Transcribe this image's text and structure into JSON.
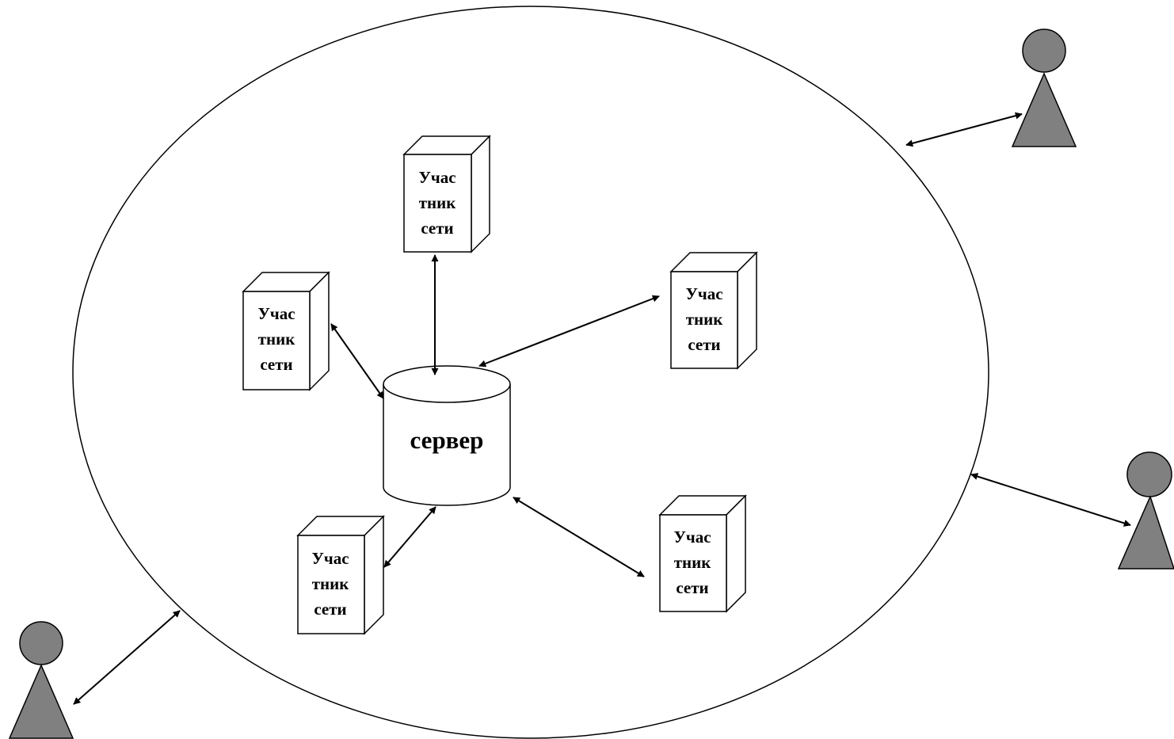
{
  "diagram": {
    "node_line1": "Учас",
    "node_line2": "тник",
    "node_line3": "сети",
    "server_label": "сервер",
    "colors": {
      "line": "#000000",
      "box_fill": "#ffffff",
      "person_fill": "#808080"
    },
    "node_count": 5,
    "external_user_count": 3
  }
}
